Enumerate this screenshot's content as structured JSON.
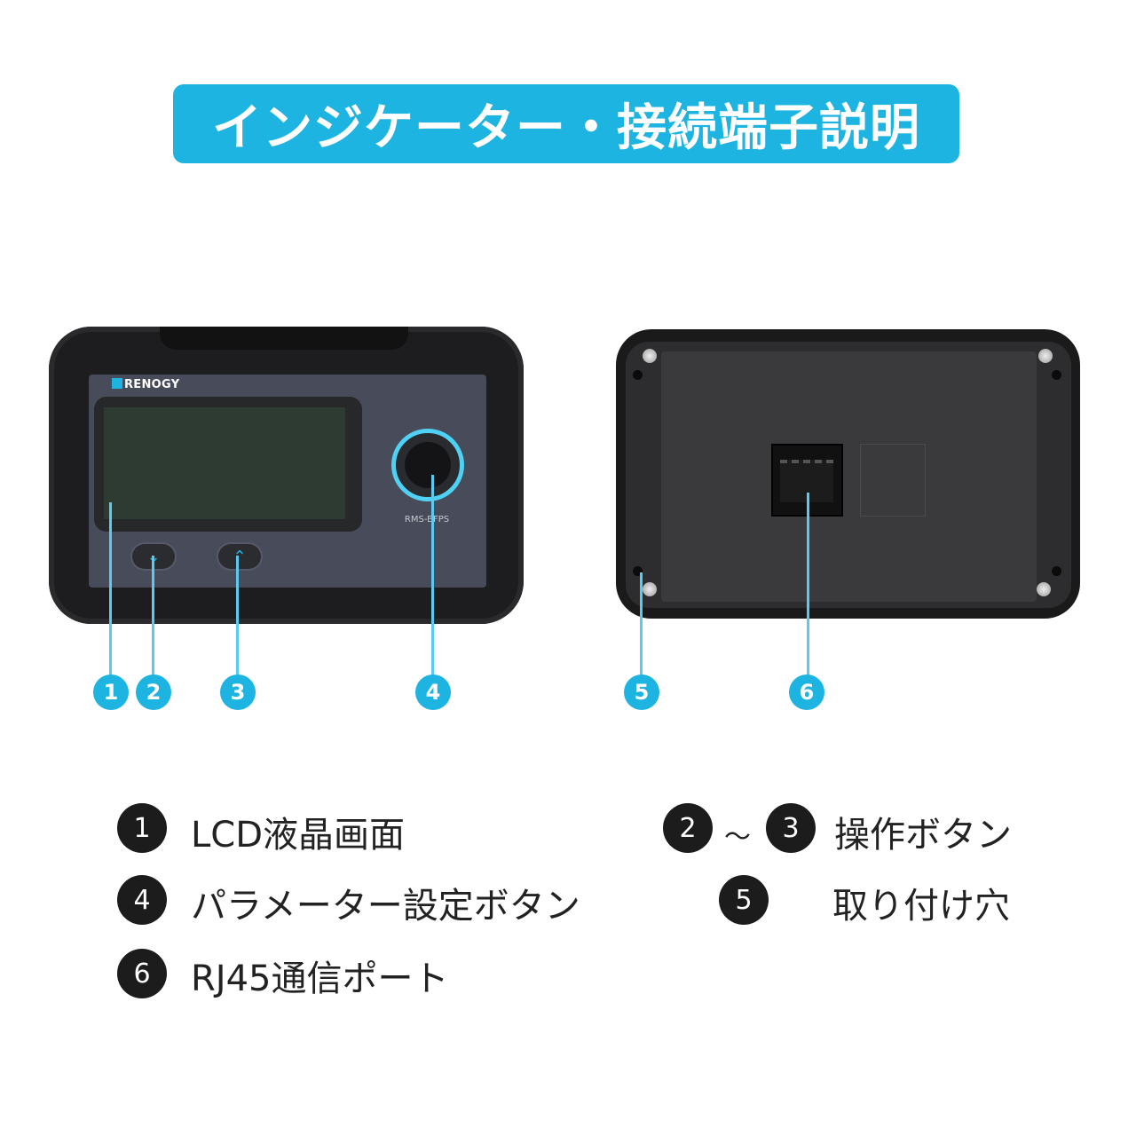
{
  "title": "インジケーター・接続端子説明",
  "device": {
    "brand": "RENOGY",
    "model": "RMS-BFPS",
    "down_glyph": "⌄",
    "up_glyph": "⌃"
  },
  "callouts": [
    "1",
    "2",
    "3",
    "4",
    "5",
    "6"
  ],
  "legend": {
    "item1": {
      "num": "1",
      "label": "LCD液晶画面"
    },
    "item23": {
      "num_a": "2",
      "sep": "～",
      "num_b": "3",
      "label": "操作ボタン"
    },
    "item4": {
      "num": "4",
      "label": "パラメーター設定ボタン"
    },
    "item5": {
      "num": "5",
      "label": "取り付け穴"
    },
    "item6": {
      "num": "6",
      "label": "RJ45通信ポート"
    }
  },
  "colors": {
    "accent": "#1eb4e2",
    "panel": "#474b5a",
    "lcd": "#2e3b33"
  }
}
